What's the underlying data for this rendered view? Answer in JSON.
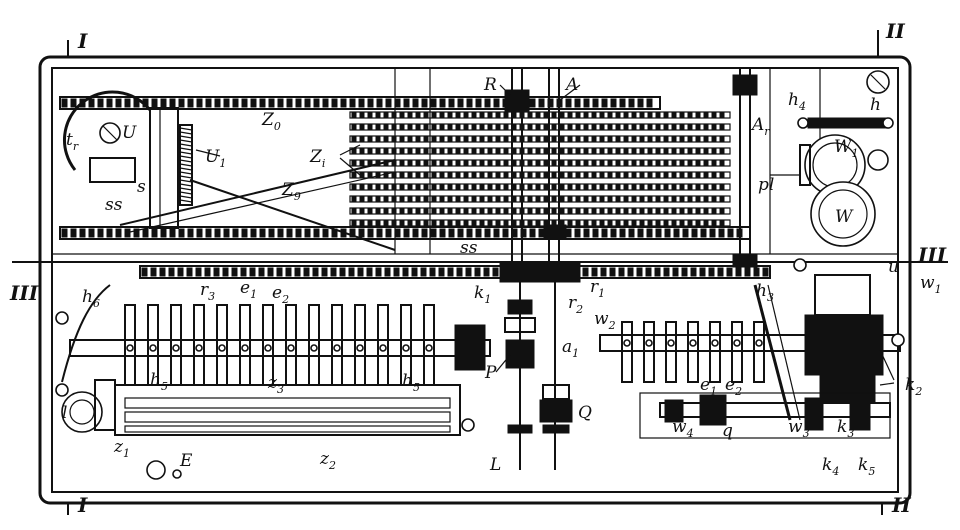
{
  "section_marks": {
    "top_left": "I",
    "top_right": "II",
    "bottom_left": "I",
    "bottom_right": "II",
    "left_mid": "III",
    "right_mid": "III"
  },
  "labels": {
    "R": "R",
    "A": "A",
    "h4": "h4",
    "h": "h",
    "tr": "tr",
    "U": "U",
    "U1": "U1",
    "Z0": "Z0",
    "Zi": "Zi",
    "Ar": "Ar",
    "W1": "W1",
    "pl": "pl",
    "W": "W",
    "s": "s",
    "ss_left": "ss",
    "Z9": "Z9",
    "ss_mid": "ss",
    "u": "u",
    "w1": "w1",
    "h6": "h6",
    "r3": "r3",
    "e1_left": "e1",
    "e2_left": "e2",
    "k1": "k1",
    "r2": "r2",
    "r1": "r1",
    "h3": "h3",
    "w2": "w2",
    "a1": "a1",
    "P": "P",
    "k2": "k2",
    "h5_left": "h5",
    "h5_right": "h5",
    "z3": "z3",
    "e1_right": "e1",
    "e2_right": "e2",
    "Q": "Q",
    "l": "l",
    "w4": "w4",
    "q": "q",
    "w3": "w3",
    "k3": "k3",
    "z1": "z1",
    "z2": "z2",
    "E": "E",
    "L": "L",
    "k4": "k4",
    "k5": "k5"
  }
}
